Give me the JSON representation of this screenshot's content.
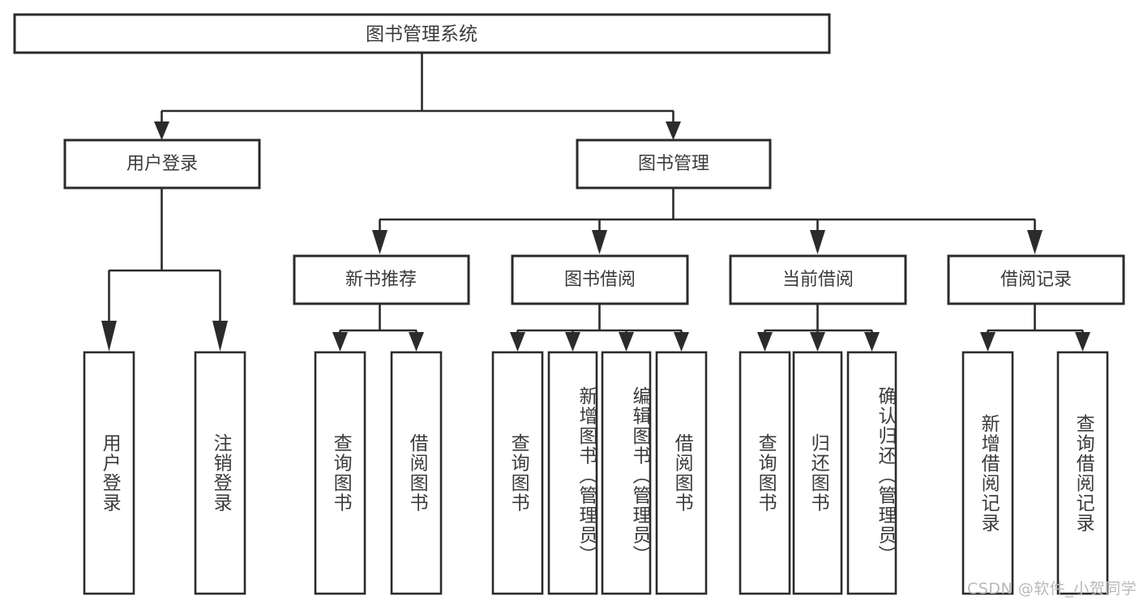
{
  "diagram": {
    "title": "图书管理系统",
    "type": "tree",
    "orientation": "top-down",
    "background_color": "#ffffff",
    "line_color": "#2b2b2b",
    "text_color": "#3b3b3b",
    "root": {
      "id": "root",
      "label": "图书管理系统",
      "level": 0,
      "text_direction": "horizontal"
    },
    "level1": [
      {
        "id": "user-login",
        "label": "用户登录",
        "level": 1,
        "text_direction": "horizontal"
      },
      {
        "id": "book-manage",
        "label": "图书管理",
        "level": 1,
        "text_direction": "horizontal"
      }
    ],
    "level2": [
      {
        "id": "new-book-recommend",
        "label": "新书推荐",
        "level": 2,
        "parent": "book-manage",
        "text_direction": "horizontal"
      },
      {
        "id": "book-borrow",
        "label": "图书借阅",
        "level": 2,
        "parent": "book-manage",
        "text_direction": "horizontal"
      },
      {
        "id": "current-borrow",
        "label": "当前借阅",
        "level": 2,
        "parent": "book-manage",
        "text_direction": "horizontal"
      },
      {
        "id": "borrow-record",
        "label": "借阅记录",
        "level": 2,
        "parent": "book-manage",
        "text_direction": "horizontal"
      }
    ],
    "leaves": [
      {
        "id": "leaf-user-login",
        "label": "用户登录",
        "parent": "user-login",
        "text_direction": "vertical",
        "align": "middle"
      },
      {
        "id": "leaf-logout",
        "label": "注销登录",
        "parent": "user-login",
        "text_direction": "vertical",
        "align": "middle"
      },
      {
        "id": "leaf-query-book-1",
        "label": "查询图书",
        "parent": "new-book-recommend",
        "text_direction": "vertical",
        "align": "middle"
      },
      {
        "id": "leaf-borrow-book-1",
        "label": "借阅图书",
        "parent": "new-book-recommend",
        "text_direction": "vertical",
        "align": "middle"
      },
      {
        "id": "leaf-query-book-2",
        "label": "查询图书",
        "parent": "book-borrow",
        "text_direction": "vertical",
        "align": "middle"
      },
      {
        "id": "leaf-add-book",
        "label": "新增图书（管理员）",
        "parent": "book-borrow",
        "text_direction": "vertical",
        "align": "top"
      },
      {
        "id": "leaf-edit-book",
        "label": "编辑图书（管理员）",
        "parent": "book-borrow",
        "text_direction": "vertical",
        "align": "top"
      },
      {
        "id": "leaf-borrow-book-2",
        "label": "借阅图书",
        "parent": "book-borrow",
        "text_direction": "vertical",
        "align": "middle"
      },
      {
        "id": "leaf-query-book-3",
        "label": "查询图书",
        "parent": "current-borrow",
        "text_direction": "vertical",
        "align": "middle"
      },
      {
        "id": "leaf-return-book",
        "label": "归还图书",
        "parent": "current-borrow",
        "text_direction": "vertical",
        "align": "middle"
      },
      {
        "id": "leaf-confirm-return",
        "label": "确认归还（管理员）",
        "parent": "current-borrow",
        "text_direction": "vertical",
        "align": "top"
      },
      {
        "id": "leaf-add-record",
        "label": "新增借阅记录",
        "parent": "borrow-record",
        "text_direction": "vertical",
        "align": "middle"
      },
      {
        "id": "leaf-query-record",
        "label": "查询借阅记录",
        "parent": "borrow-record",
        "text_direction": "vertical",
        "align": "middle"
      }
    ]
  },
  "watermark": {
    "text": "CSDN @软件_小贺同学"
  }
}
